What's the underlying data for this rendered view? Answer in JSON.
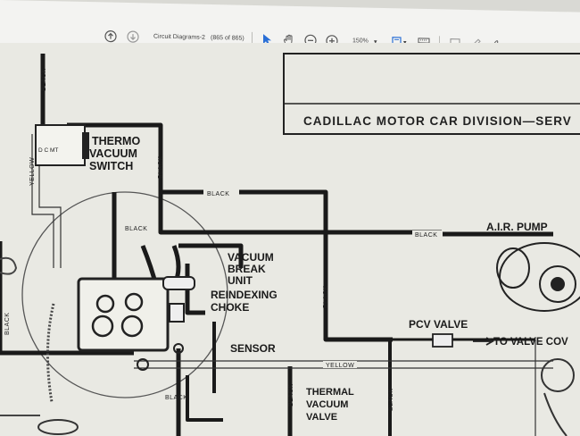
{
  "toolbar": {
    "doc_title": "Circuit Diagrams-2",
    "page_info": "(865 of 865)",
    "zoom": "150%"
  },
  "diagram": {
    "title_block": "CADILLAC MOTOR CAR DIVISION—SERV",
    "labels": {
      "thermo": "THERMO",
      "vacuum": "VACUUM",
      "switch": "SWITCH",
      "air_pump": "A.I.R. PUMP",
      "vacuum2": "VACUUM",
      "break": "BREAK",
      "unit": "UNIT",
      "reindexing": "REINDEXING",
      "choke": "CHOKE",
      "sensor": "SENSOR",
      "pcv_valve": "PCV VALVE",
      "to_valve": "TO VALVE COV",
      "thermal": "THERMAL",
      "vacuum3": "VACUUM",
      "valve": "VALVE",
      "dcmt": "D  C  MT"
    },
    "hose_labels": {
      "black_top_left": "BLACK",
      "yellow_left": "YELLOW",
      "black_switch": "BLACK",
      "black_top": "BLACK",
      "black_mid": "BLACK",
      "black_pump": "BLACK",
      "black_left": "BLACK",
      "black_center": "BLACK",
      "yellow_bottom": "YELLOW",
      "black_bottom": "BLACK",
      "black_thermal": "BLACK",
      "black_right": "BLACK"
    }
  }
}
